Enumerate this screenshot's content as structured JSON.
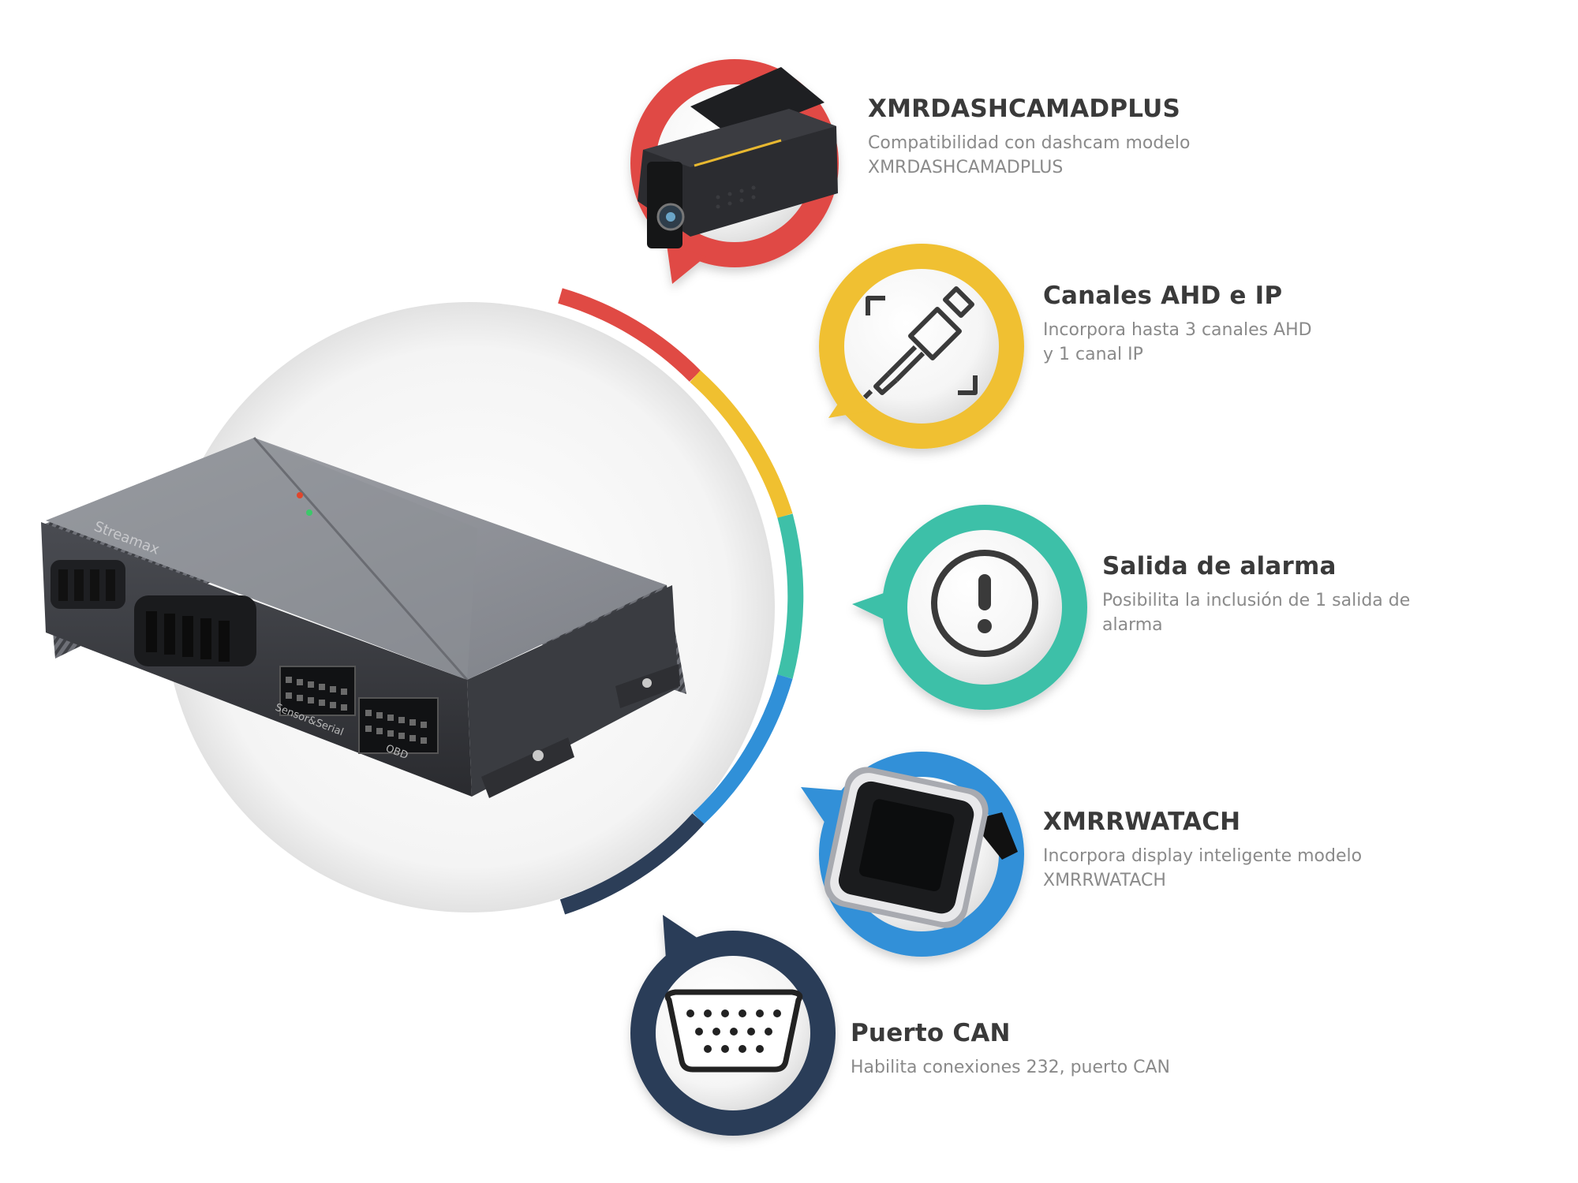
{
  "colors": {
    "red": "#e04a44",
    "yellow": "#f0c030",
    "teal": "#3ec0a8",
    "blue": "#3090d8",
    "navy": "#2c3e58"
  },
  "device": {
    "brand_text": "Streamax",
    "port_label_1": "Sensor&Serial",
    "port_label_2": "OBD"
  },
  "features": [
    {
      "title": "XMRDASHCAMADPLUS",
      "desc_lines": [
        "Compatibilidad con dashcam modelo",
        "XMRDASHCAMADPLUS"
      ],
      "icon": "dashcam-icon",
      "color": "#e04a44"
    },
    {
      "title": "Canales AHD e IP",
      "desc_lines": [
        "Incorpora hasta 3 canales AHD",
        "y 1 canal IP"
      ],
      "icon": "ethernet-cable-icon",
      "color": "#f0c030"
    },
    {
      "title": "Salida de alarma",
      "desc_lines": [
        "Posibilita la inclusión de 1 salida de",
        "alarma"
      ],
      "icon": "alert-icon",
      "color": "#3ec0a8"
    },
    {
      "title": "XMRRWATACH",
      "desc_lines": [
        "Incorpora display inteligente modelo",
        "XMRRWATACH"
      ],
      "icon": "smart-display-icon",
      "color": "#3090d8"
    },
    {
      "title": "Puerto CAN",
      "desc_lines": [
        "Habilita conexiones 232, puerto CAN"
      ],
      "icon": "db15-port-icon",
      "color": "#2c3e58"
    }
  ]
}
